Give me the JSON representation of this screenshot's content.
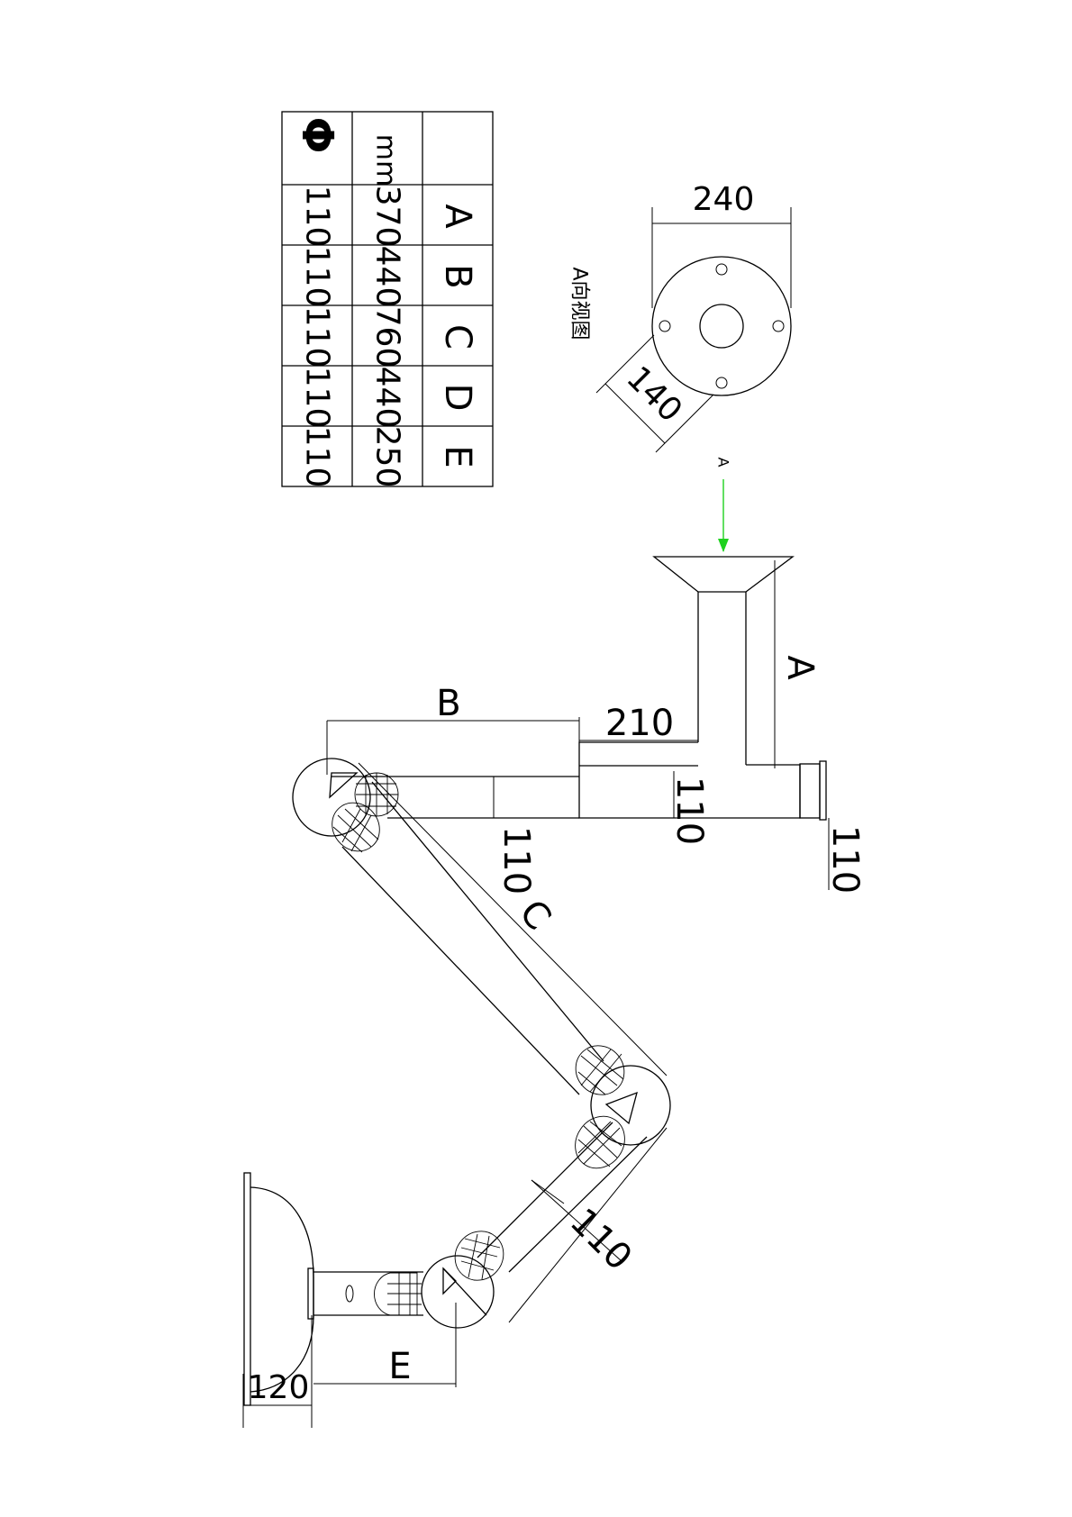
{
  "table": {
    "header": {
      "phi": "Φ",
      "unit": "mm"
    },
    "columns": [
      {
        "label": "A",
        "mm": "370",
        "phi": "110"
      },
      {
        "label": "B",
        "mm": "440",
        "phi": "110"
      },
      {
        "label": "C",
        "mm": "760",
        "phi": "110"
      },
      {
        "label": "D",
        "mm": "440",
        "phi": "110"
      },
      {
        "label": "E",
        "mm": "250",
        "phi": "110"
      }
    ]
  },
  "view_a": {
    "caption": "A向视图",
    "dim_width": "240",
    "dim_diag": "140"
  },
  "view_arrow_label": "A",
  "dims": {
    "a": "A",
    "b": "B",
    "c": "C",
    "e": "E",
    "d210": "210",
    "d110_mount": "110",
    "d110_pipe": "110",
    "d110_c": "110",
    "d110_d": "110",
    "d120": "120"
  },
  "colors": {
    "view_arrow": "#1fd11f",
    "line": "#000000"
  }
}
